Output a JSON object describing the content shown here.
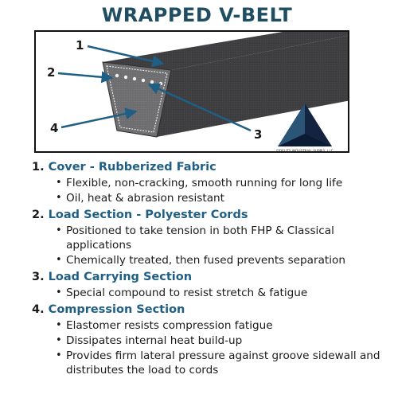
{
  "title": "WRAPPED V-BELT",
  "colors": {
    "title": "#1f4e63",
    "accent": "#1f5f85",
    "belt_dark": "#3d3d40",
    "belt_face": "#6b6b6e"
  },
  "diagram": {
    "callouts": [
      "1",
      "2",
      "3",
      "4"
    ],
    "logo_text": "FIDELITY INDUSTRIAL SUPPLY, LLC"
  },
  "sections": [
    {
      "number": "1.",
      "name": "Cover - Rubberized Fabric",
      "bullets": [
        "Flexible, non-cracking, smooth running for long life",
        "Oil, heat & abrasion resistant"
      ]
    },
    {
      "number": "2.",
      "name": "Load Section - Polyester Cords",
      "bullets": [
        "Positioned to take tension in both FHP & Classical applications",
        "Chemically treated, then fused prevents separation"
      ]
    },
    {
      "number": "3.",
      "name": "Load Carrying Section",
      "bullets": [
        "Special compound to resist stretch & fatigue"
      ]
    },
    {
      "number": "4.",
      "name": "Compression Section",
      "bullets": [
        "Elastomer resists compression fatigue",
        "Dissipates internal heat build-up",
        "Provides firm lateral pressure against groove sidewall and distributes the load to cords"
      ]
    }
  ]
}
